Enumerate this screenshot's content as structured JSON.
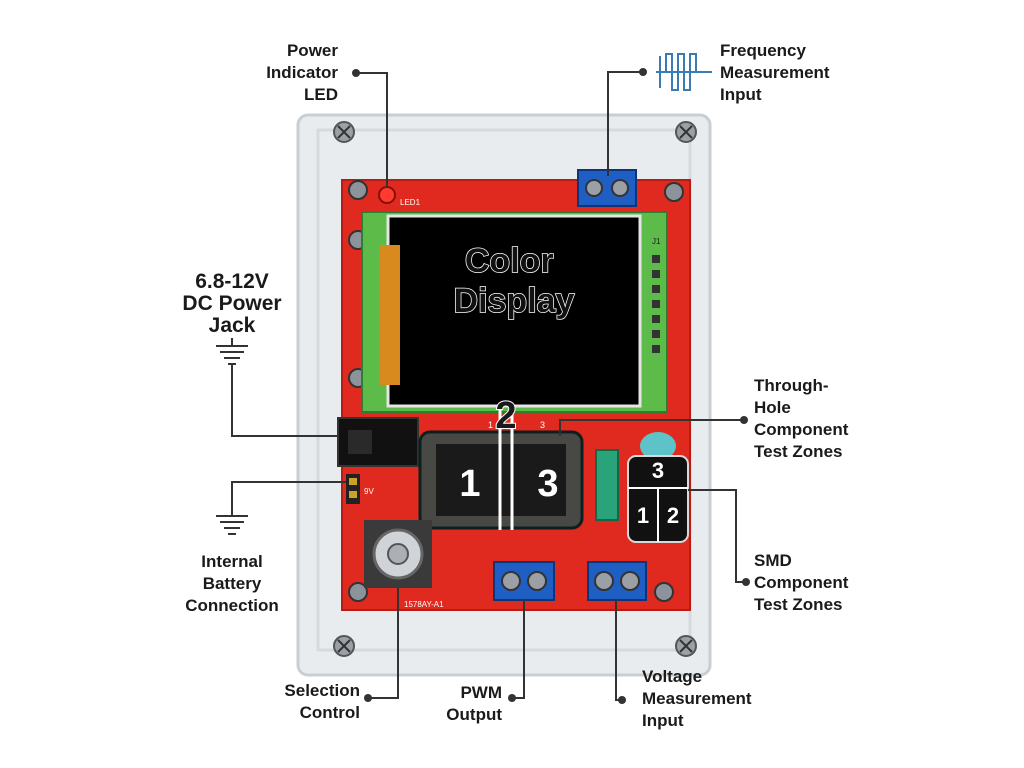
{
  "labels": {
    "power_led": "Power\nIndicator\nLED",
    "frequency_input": "Frequency\nMeasurement\nInput",
    "dc_power_jack": "6.8-12V\nDC Power\nJack",
    "through_hole_zones": "Through-\nHole\nComponent\nTest Zones",
    "internal_battery": "Internal\nBattery\nConnection",
    "smd_zones": "SMD\nComponent\nTest Zones",
    "selection_control": "Selection\nControl",
    "pwm_output": "PWM\nOutput",
    "voltage_input": "Voltage\nMeasurement\nInput"
  },
  "device": {
    "display_label": "Color\nDisplay",
    "led_silkscreen": "LED1",
    "header_silkscreen": "J1",
    "board_silkscreen": "1578AY-A1",
    "socket_top_pin": "2",
    "socket_left_pin": "1",
    "socket_right_pin": "3",
    "socket_small_left": "1",
    "socket_small_right": "3",
    "smd_top": "3",
    "smd_left": "1",
    "smd_right": "2",
    "battery_silkscreen": "9V"
  },
  "colors": {
    "pcb": "#e0291f",
    "pcb_dark": "#b31d14",
    "enclosure": "#e9ecee",
    "terminal": "#1f5fc4",
    "screen": "#000000",
    "lcd_frame": "#5dbb4a",
    "leader": "#333333"
  }
}
